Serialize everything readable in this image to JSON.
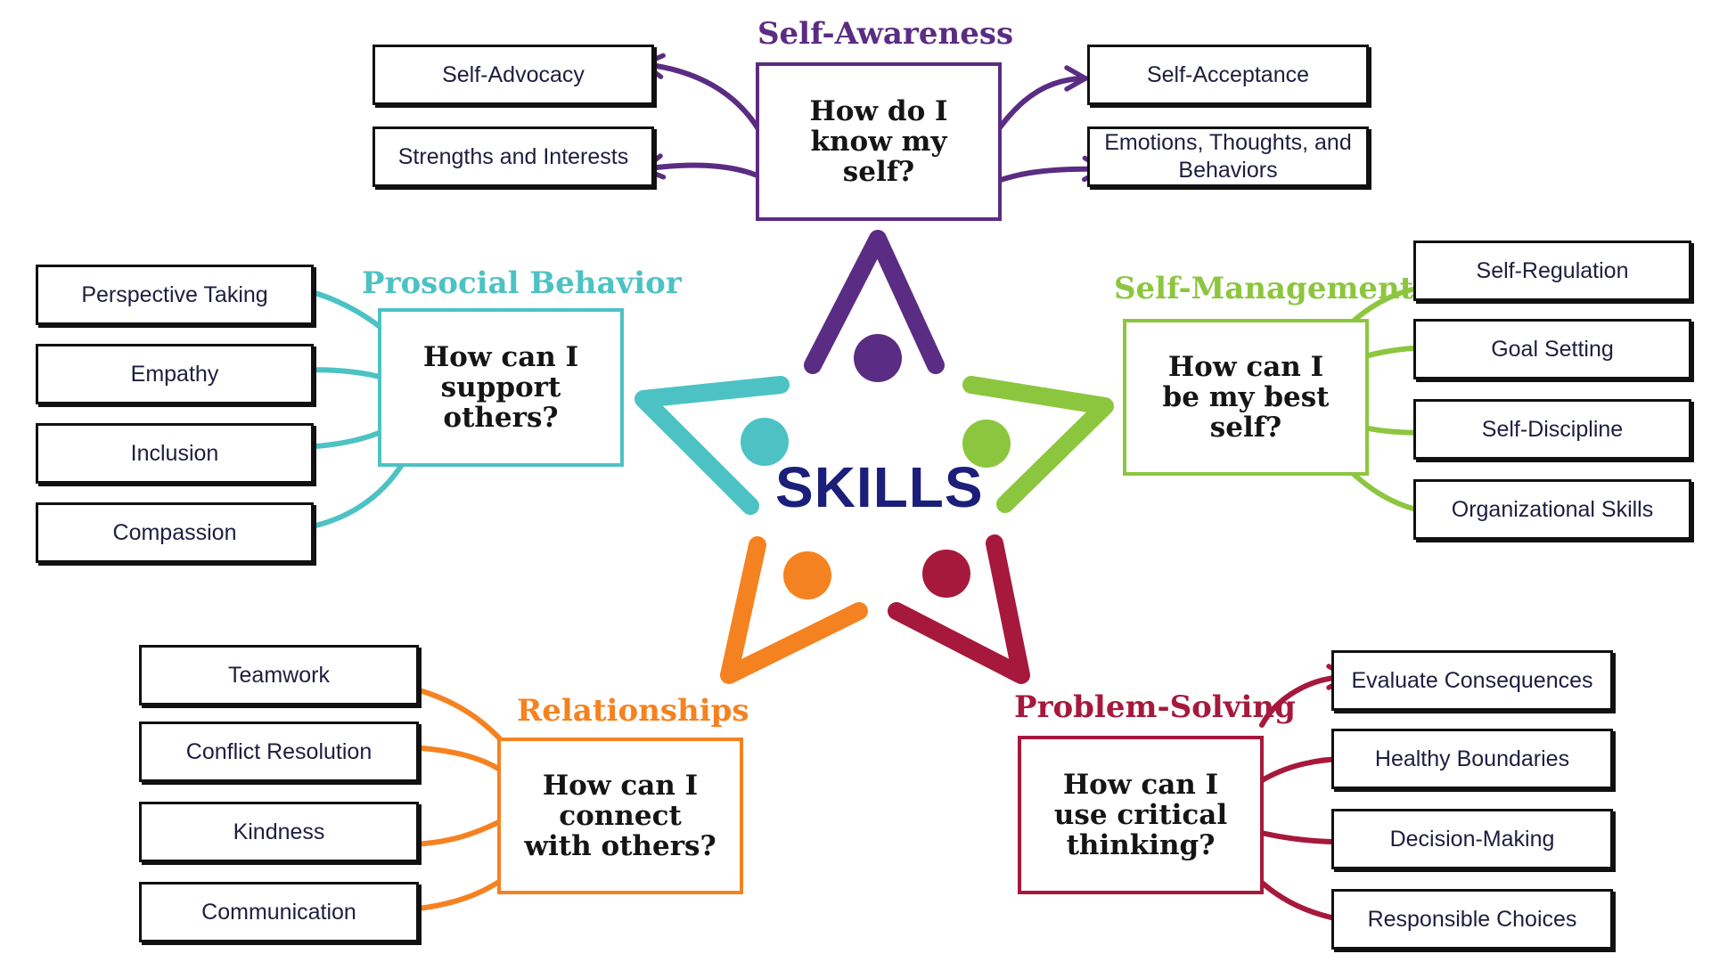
{
  "center_label": "SKILLS",
  "center_color": "#1b1f7a",
  "groups": [
    {
      "key": "self_awareness",
      "heading": "Self-Awareness",
      "question": "How do I know my self?",
      "color": "#5b2c83",
      "items": [
        "Self-Advocacy",
        "Strengths and Interests",
        "Self-Acceptance",
        "Emotions, Thoughts, and Behaviors"
      ]
    },
    {
      "key": "prosocial_behavior",
      "heading": "Prosocial Behavior",
      "question": "How can I support others?",
      "color": "#4cc2c4",
      "items": [
        "Perspective Taking",
        "Empathy",
        "Inclusion",
        "Compassion"
      ]
    },
    {
      "key": "self_management",
      "heading": "Self-Management",
      "question": "How can I be my best self?",
      "color": "#8cc63f",
      "items": [
        "Self-Regulation",
        "Goal Setting",
        "Self-Discipline",
        "Organizational Skills"
      ]
    },
    {
      "key": "relationships",
      "heading": "Relationships",
      "question": "How can I connect with others?",
      "color": "#f58220",
      "items": [
        "Teamwork",
        "Conflict Resolution",
        "Kindness",
        "Communication"
      ]
    },
    {
      "key": "problem_solving",
      "heading": "Problem-Solving",
      "question": "How can I use critical thinking?",
      "color": "#a6193c",
      "items": [
        "Evaluate Consequences",
        "Healthy Boundaries",
        "Decision-Making",
        "Responsible Choices"
      ]
    }
  ]
}
